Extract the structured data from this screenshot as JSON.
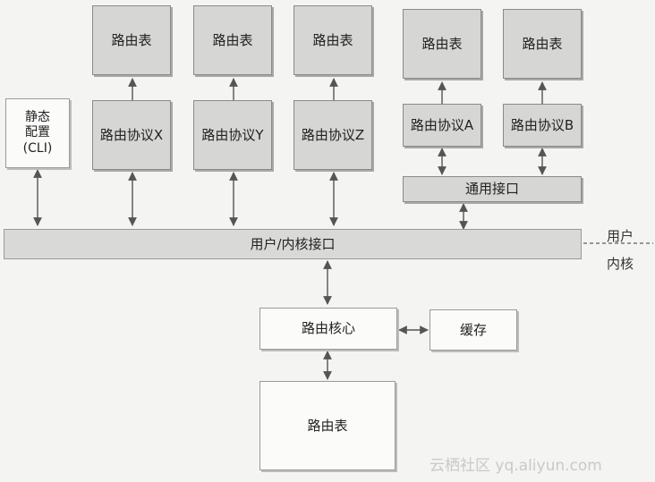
{
  "diagram": {
    "top_tables": [
      "路由表",
      "路由表",
      "路由表",
      "路由表",
      "路由表"
    ],
    "static_config": "静态\n配置\n(CLI)",
    "protocols": [
      "路由协议X",
      "路由协议Y",
      "路由协议Z",
      "路由协议A",
      "路由协议B"
    ],
    "generic_interface": "通用接口",
    "user_kernel_interface": "用户/内核接口",
    "side_user": "用户",
    "side_kernel": "内核",
    "routing_core": "路由核心",
    "cache": "缓存",
    "bottom_table": "路由表"
  },
  "watermark": "云栖社区 yq.aliyun.com"
}
